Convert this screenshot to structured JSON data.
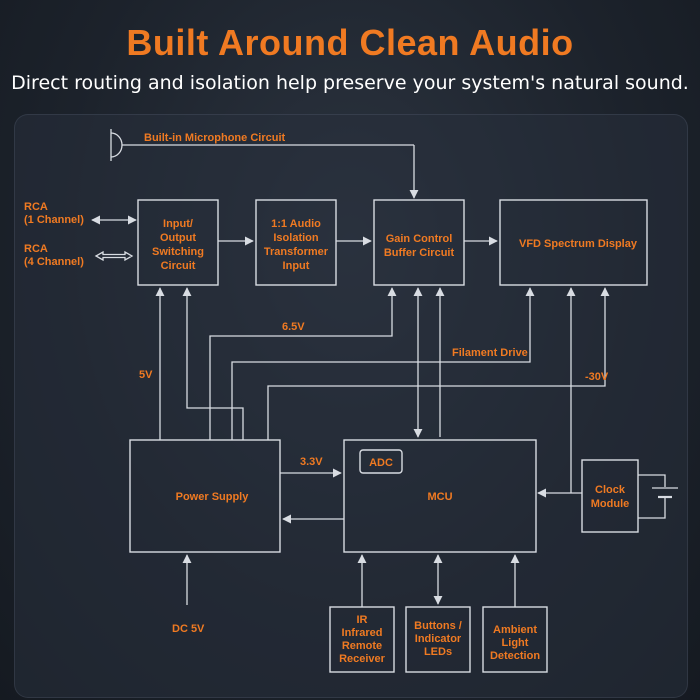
{
  "header": {
    "title": "Built Around Clean Audio",
    "subtitle": "Direct routing and isolation help preserve your system's natural sound."
  },
  "diagram": {
    "microphone_label": "Built-in Microphone Circuit",
    "rca1": [
      "RCA",
      "(1 Channel)"
    ],
    "rca4": [
      "RCA",
      "(4 Channel)"
    ],
    "switching": [
      "Input/",
      "Output",
      "Switching",
      "Circuit"
    ],
    "transformer": [
      "1:1 Audio",
      "Isolation",
      "Transformer",
      "Input"
    ],
    "gain": [
      "Gain Control",
      "Buffer Circuit"
    ],
    "vfd": "VFD Spectrum Display",
    "power_supply": "Power Supply",
    "mcu": "MCU",
    "adc": "ADC",
    "clock": [
      "Clock",
      "Module"
    ],
    "ir": [
      "IR",
      "Infrared",
      "Remote",
      "Receiver"
    ],
    "buttons": [
      "Buttons /",
      "Indicator",
      "LEDs"
    ],
    "ambient": [
      "Ambient",
      "Light",
      "Detection"
    ],
    "v_5v": "5V",
    "v_6_5v": "6.5V",
    "filament": "Filament Drive",
    "v_neg30": "-30V",
    "v_3_3v": "3.3V",
    "dc_5v": "DC 5V"
  },
  "colors": {
    "accent": "#f07a22",
    "line": "#d8dce2",
    "background": "#1f252e"
  }
}
